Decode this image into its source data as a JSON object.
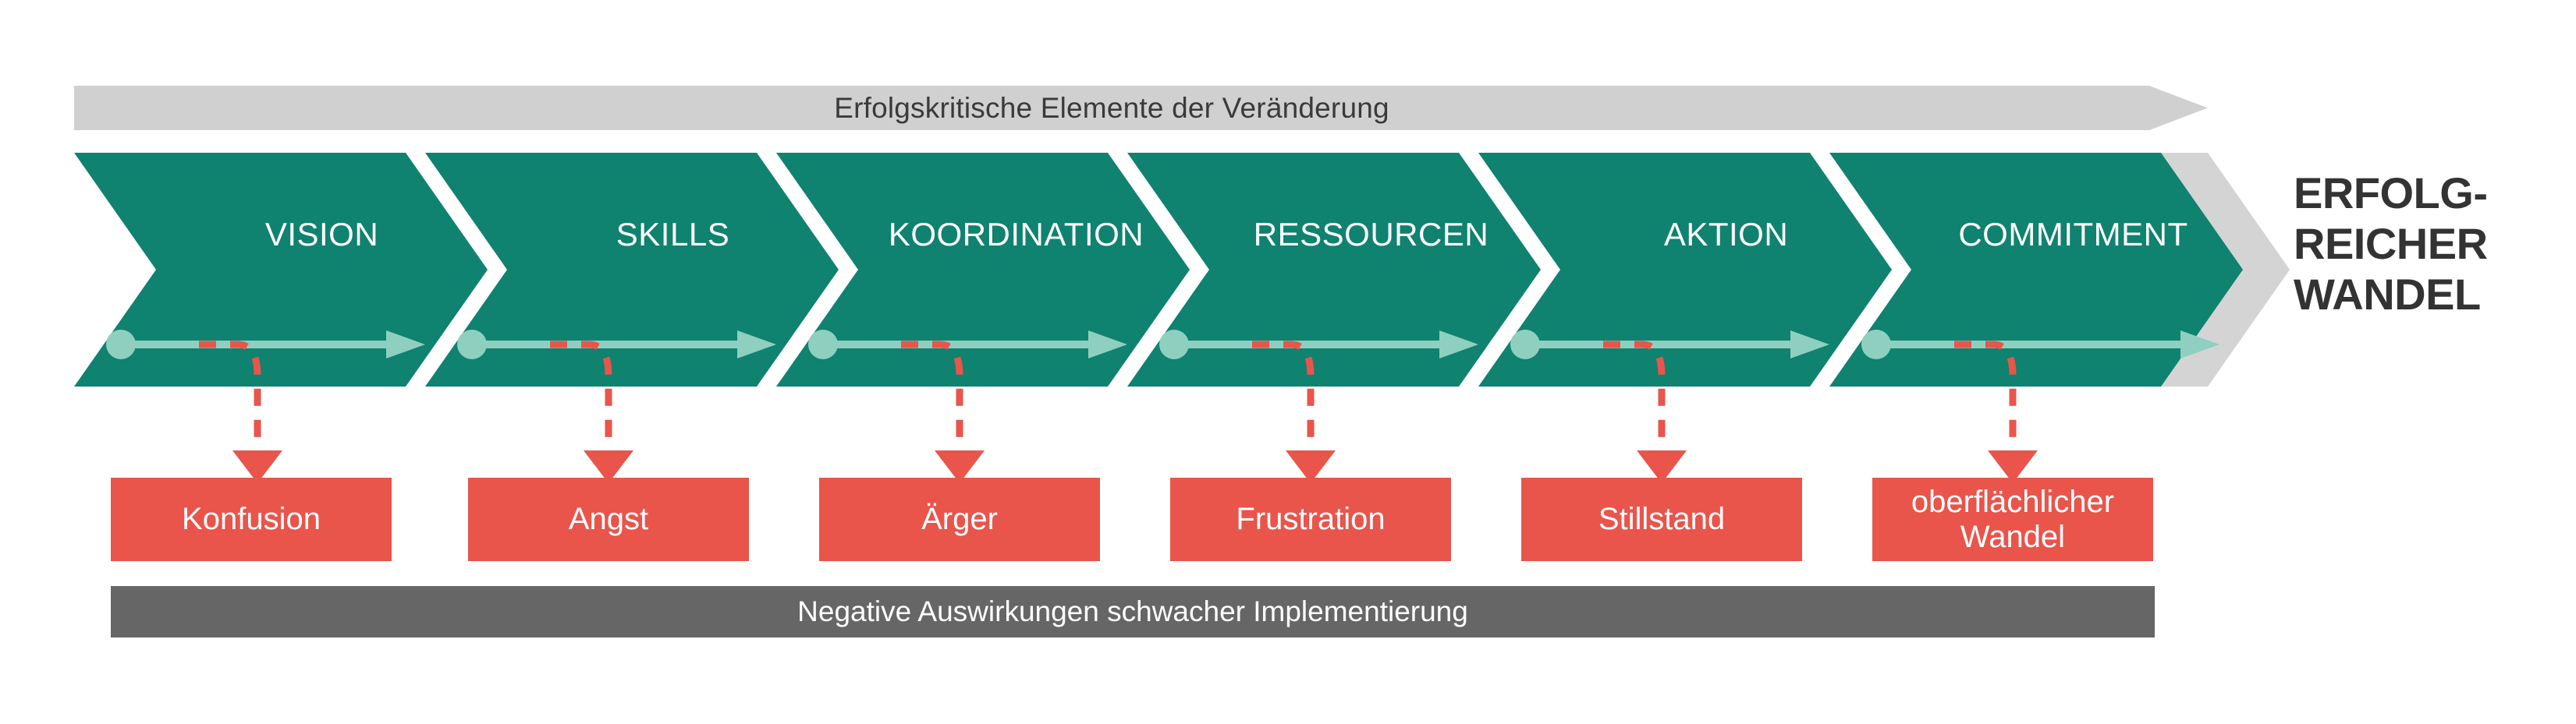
{
  "top_banner": {
    "label": "Erfolgskritische Elemente der Veränderung",
    "color": "#d0d0d0",
    "text_color": "#3a3a3a"
  },
  "chevrons": {
    "fill": "#0f8270",
    "text_color": "#ffffff",
    "tail_fill": "#d4d4d4",
    "arrow_color": "#8fcfc0",
    "items": [
      {
        "label": "VISION"
      },
      {
        "label": "SKILLS"
      },
      {
        "label": "KOORDINATION"
      },
      {
        "label": "RESSOURCEN"
      },
      {
        "label": "AKTION"
      },
      {
        "label": "COMMITMENT"
      }
    ]
  },
  "outcome": {
    "lines": [
      "ERFOLG-",
      "REICHER",
      "WANDEL"
    ],
    "color": "#333333"
  },
  "effects": {
    "fill": "#e9544b",
    "text_color": "#ffffff",
    "connector_color": "#e9544b",
    "items": [
      {
        "label": "Konfusion"
      },
      {
        "label": "Angst"
      },
      {
        "label": "Ärger"
      },
      {
        "label": "Frustration"
      },
      {
        "label": "Stillstand"
      },
      {
        "label": "oberflächlicher Wandel"
      }
    ]
  },
  "bottom_banner": {
    "label": "Negative Auswirkungen schwacher Implementierung",
    "color": "#666666",
    "text_color": "#ffffff"
  }
}
